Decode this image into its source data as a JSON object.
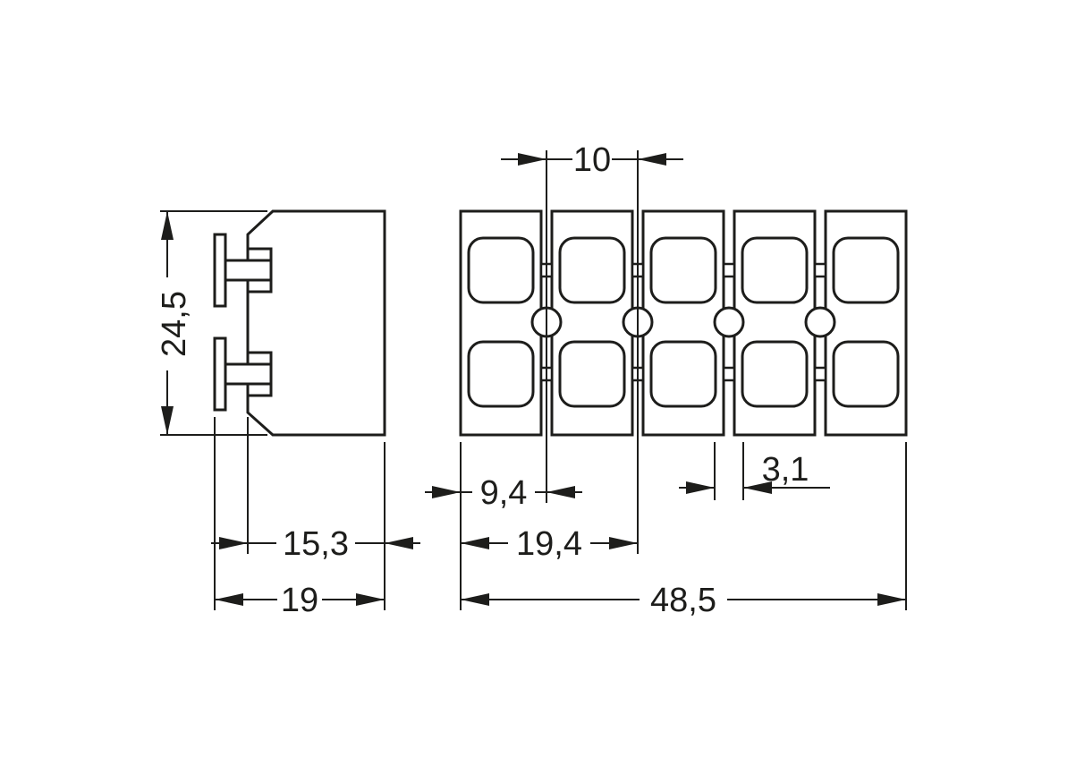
{
  "colors": {
    "ink": "#1d1d1b",
    "background": "#ffffff"
  },
  "views": {
    "side_view": {
      "dimensions": {
        "height": "24,5",
        "depth_body": "15,3",
        "depth_total": "19"
      }
    },
    "front_view": {
      "dimensions": {
        "pole_pitch": "10",
        "edge_to_first_pole": "9,4",
        "edge_to_second_pole": "19,4",
        "hole_diameter": "3,1",
        "total_width": "48,5"
      }
    }
  }
}
